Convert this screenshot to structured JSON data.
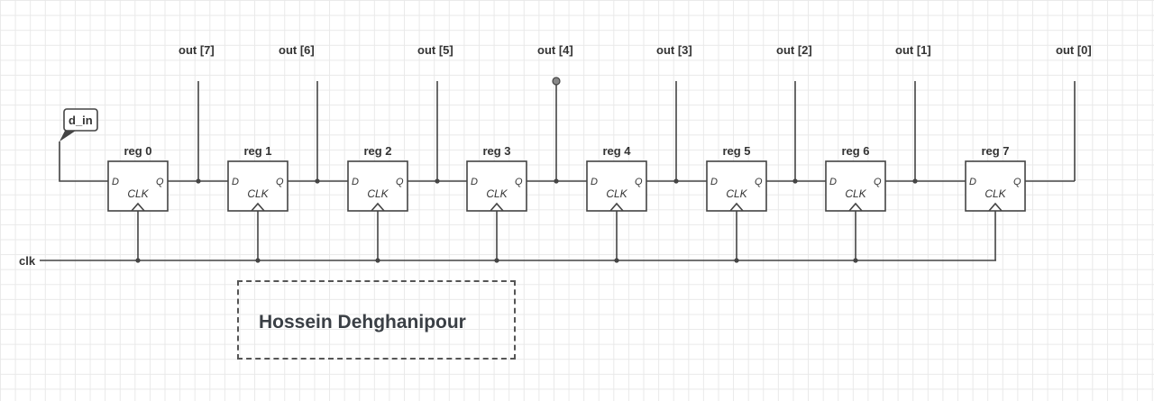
{
  "input_label": "d_in",
  "clock_label": "clk",
  "registers": [
    {
      "name": "reg 0",
      "d": "D",
      "q": "Q",
      "clk": "CLK"
    },
    {
      "name": "reg 1",
      "d": "D",
      "q": "Q",
      "clk": "CLK"
    },
    {
      "name": "reg 2",
      "d": "D",
      "q": "Q",
      "clk": "CLK"
    },
    {
      "name": "reg 3",
      "d": "D",
      "q": "Q",
      "clk": "CLK"
    },
    {
      "name": "reg 4",
      "d": "D",
      "q": "Q",
      "clk": "CLK"
    },
    {
      "name": "reg 5",
      "d": "D",
      "q": "Q",
      "clk": "CLK"
    },
    {
      "name": "reg 6",
      "d": "D",
      "q": "Q",
      "clk": "CLK"
    },
    {
      "name": "reg 7",
      "d": "D",
      "q": "Q",
      "clk": "CLK"
    }
  ],
  "outputs": [
    "out [7]",
    "out [6]",
    "out [5]",
    "out [4]",
    "out [3]",
    "out [2]",
    "out [1]",
    "out [0]"
  ],
  "author": "Hossein Dehghanipour"
}
